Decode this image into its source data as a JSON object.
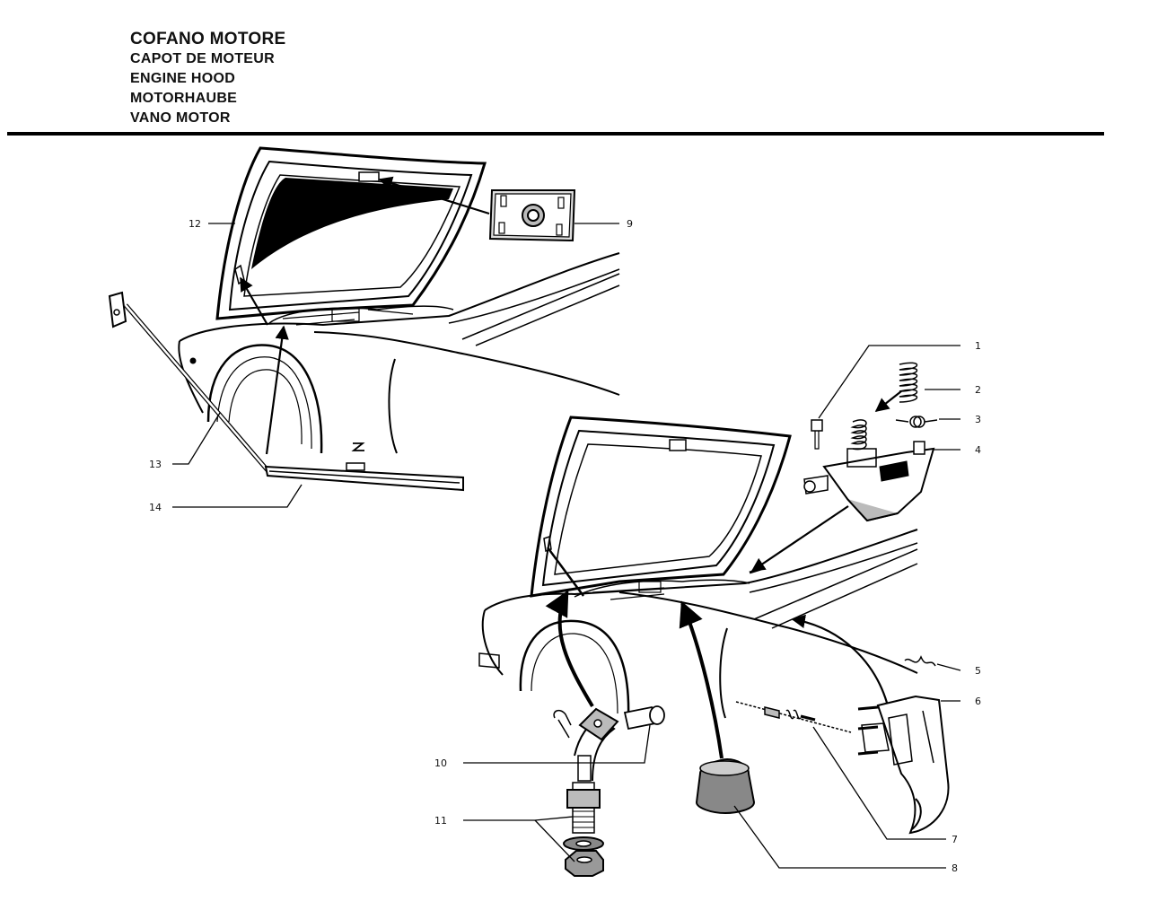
{
  "titles": [
    "COFANO MOTORE",
    "CAPOT DE MOTEUR",
    "ENGINE HOOD",
    "MOTORHAUBE",
    "VANO MOTOR"
  ],
  "callouts": {
    "c1": "1",
    "c2": "2",
    "c3": "3",
    "c4": "4",
    "c5": "5",
    "c6": "6",
    "c7": "7",
    "c8": "8",
    "c9": "9",
    "c10": "10",
    "c11": "11",
    "c12": "12",
    "c13": "13",
    "c14": "14"
  },
  "colors": {
    "ink": "#000000",
    "paper": "#ffffff"
  }
}
